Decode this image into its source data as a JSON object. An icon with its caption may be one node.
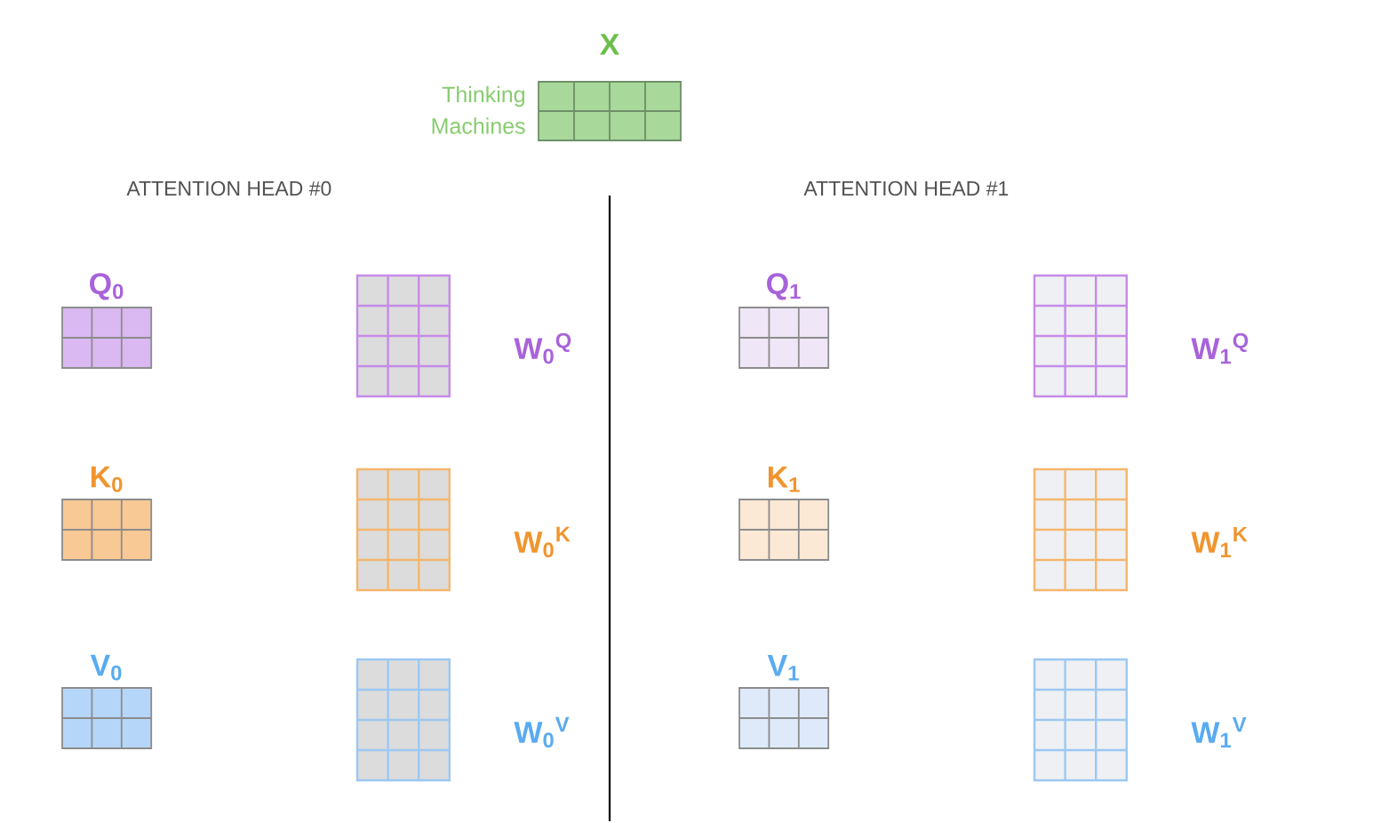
{
  "diagram": {
    "nodes": [
      {
        "text": [
          "X"
        ],
        "beside": [
          "Thinking",
          "Machines"
        ]
      },
      {
        "text": [
          "Q$_{0}$"
        ]
      },
      {
        "text": [
          "W$_{0}$$^{Q}$"
        ]
      },
      {
        "text": [
          "K$_{0}$"
        ]
      },
      {
        "text": [
          "W$_{0}$$^{K}$"
        ]
      },
      {
        "text": [
          "V$_{0}$"
        ]
      },
      {
        "text": [
          "W$_{0}$$^{V}$"
        ]
      },
      {
        "text": [
          "Q$_{1}$"
        ]
      },
      {
        "text": [
          "W$_{1}$$^{Q}$"
        ]
      },
      {
        "text": [
          "K$_{1}$"
        ]
      },
      {
        "text": [
          "W$_{1}$$^{K}$"
        ]
      },
      {
        "text": [
          "V$_{1}$"
        ]
      },
      {
        "text": [
          "W$_{1}$$^{V}$"
        ]
      }
    ],
    "labels": [
      "ATTENTION HEAD #0",
      "ATTENTION HEAD #1"
    ]
  }
}
